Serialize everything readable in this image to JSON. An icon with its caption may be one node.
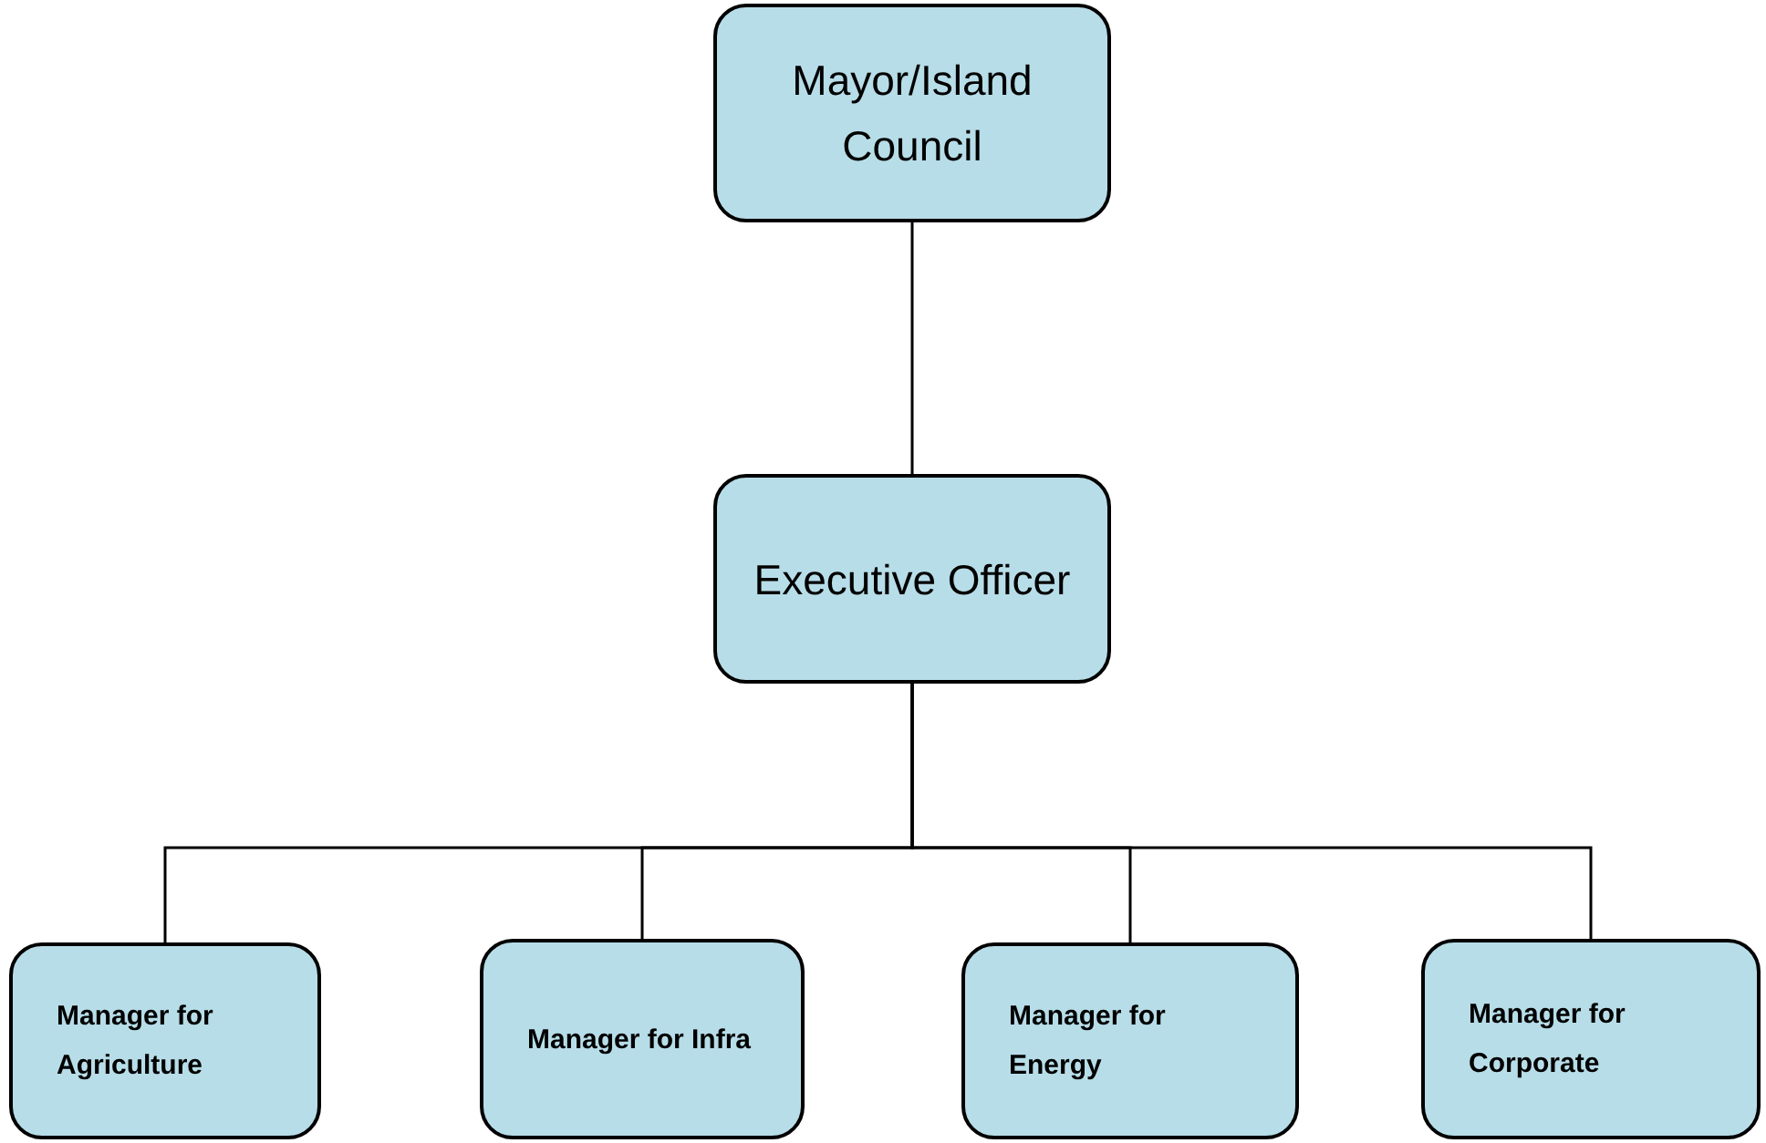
{
  "diagram": {
    "nodes": [
      {
        "text": [
          "Mayor/Island Council"
        ]
      },
      {
        "text": [
          "Executive Officer"
        ]
      },
      {
        "text": [
          "Manager for Agriculture"
        ]
      },
      {
        "text": [
          "Manager for Infra"
        ]
      },
      {
        "text": [
          "Manager for Energy"
        ]
      },
      {
        "text": [
          "Manager for Corporate"
        ]
      }
    ],
    "edges": [
      {
        "from": 0,
        "to": 1,
        "arrow": "none"
      },
      {
        "from": 1,
        "to": 2,
        "arrow": "none"
      },
      {
        "from": 1,
        "to": 3,
        "arrow": "none"
      },
      {
        "from": 1,
        "to": 4,
        "arrow": "none"
      },
      {
        "from": 1,
        "to": 5,
        "arrow": "none"
      }
    ]
  }
}
